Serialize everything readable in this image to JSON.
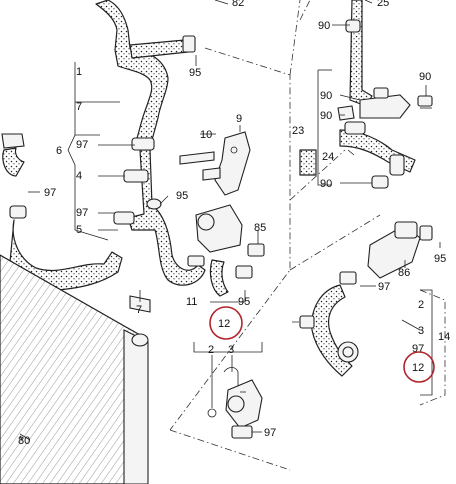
{
  "callouts": {
    "c82": "82",
    "c25": "25",
    "c90_top": "90",
    "c90_r1": "90",
    "c90_r2": "90",
    "c90_r3": "90",
    "c90_r4": "90",
    "c95_top": "95",
    "c95_mid": "95",
    "c95_r": "95",
    "c95_low": "95",
    "c1": "1",
    "c7_left": "7",
    "c6": "6",
    "c97_a": "97",
    "c97_b": "97",
    "c97_c": "97",
    "c97_d": "97",
    "c97_e": "97",
    "c97_f": "97",
    "c4": "4",
    "c5": "5",
    "c10": "10",
    "c9": "9",
    "c7_low": "7",
    "c85": "85",
    "c11": "11",
    "c23": "23",
    "c24": "24",
    "c86": "86",
    "c2_r": "2",
    "c3_r": "3",
    "c14": "14",
    "c2_l": "2",
    "c3_l": "3",
    "c80": "80",
    "c12_left": "12",
    "c12_right": "12"
  },
  "highlight_color": "#b0252a"
}
